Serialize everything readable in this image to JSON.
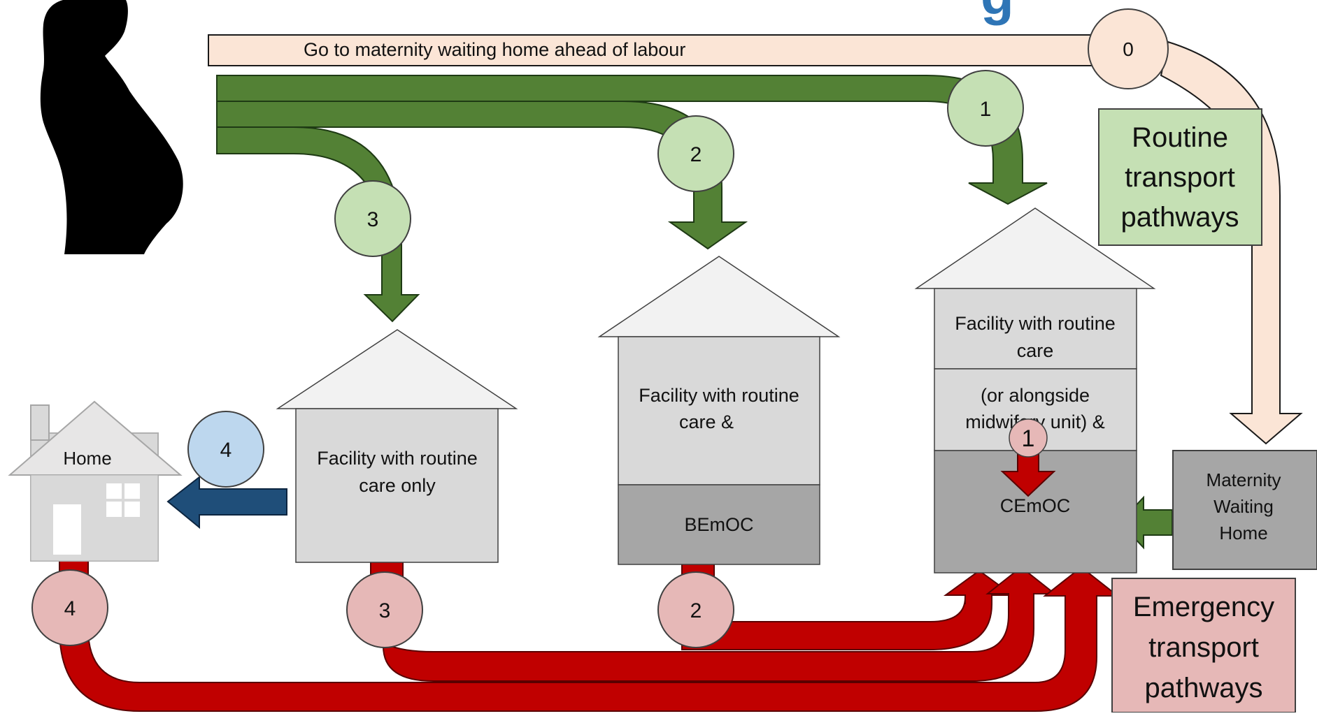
{
  "top_banner": {
    "text": "Go to maternity waiting home ahead of labour"
  },
  "title_fragment": "g",
  "routine_badges": [
    "0",
    "1",
    "2",
    "3"
  ],
  "referral_badges": {
    "home": "4",
    "cemoc": "1"
  },
  "emergency_badges": [
    "4",
    "3",
    "2"
  ],
  "buildings": {
    "home": {
      "label": "Home"
    },
    "routine_only": {
      "line1": "Facility with routine",
      "line2": "care only"
    },
    "bemoc": {
      "line1": "Facility with routine",
      "line2": "care &",
      "lower": "BEmOC"
    },
    "cemoc": {
      "top1": "Facility with routine",
      "top2": "care",
      "mid1": "(or alongside",
      "mid2": "midwifery unit)  &",
      "lower": "CEmOC"
    },
    "mwh": {
      "line1": "Maternity",
      "line2": "Waiting",
      "line3": "Home"
    }
  },
  "legend": {
    "routine": {
      "line1": "Routine",
      "line2": "transport",
      "line3": "pathways"
    },
    "emergency": {
      "line1": "Emergency",
      "line2": "transport",
      "line3": "pathways"
    }
  },
  "colors": {
    "routine_arrow": "#538135",
    "routine_badge": "#c5e0b4",
    "emergency_arrow": "#c00000",
    "emergency_badge": "#e6b8b7",
    "blue_arrow": "#1f4e79",
    "blue_badge": "#bdd7ee",
    "banner_fill": "#fbe5d6",
    "title_blue": "#2e75b6"
  }
}
